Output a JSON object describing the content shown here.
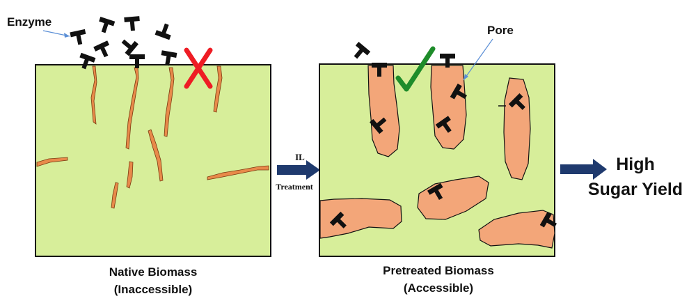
{
  "labels": {
    "enzyme": "Enzyme",
    "pore": "Pore",
    "il": "IL",
    "treatment": "Treatment",
    "native_title": "Native Biomass",
    "native_sub": "(Inaccessible)",
    "pretreated_title": "Pretreated Biomass",
    "pretreated_sub": "(Accessible)",
    "yield_line1": "High",
    "yield_line2": "Sugar Yield"
  },
  "icons": {
    "blocked": "red-x-icon",
    "accessible": "green-check-icon",
    "flow": "right-arrow-icon",
    "enzyme": "enzyme-t-icon"
  },
  "colors": {
    "biomass_fill": "#d7ee9a",
    "pore_fill": "#f3a679",
    "fiber_fill": "#e88a4a",
    "arrow": "#1f3a6e",
    "cross": "#ee1c24",
    "check": "#1e8c2a",
    "pointer_line": "#5b8fd6",
    "enzyme": "#111111"
  }
}
